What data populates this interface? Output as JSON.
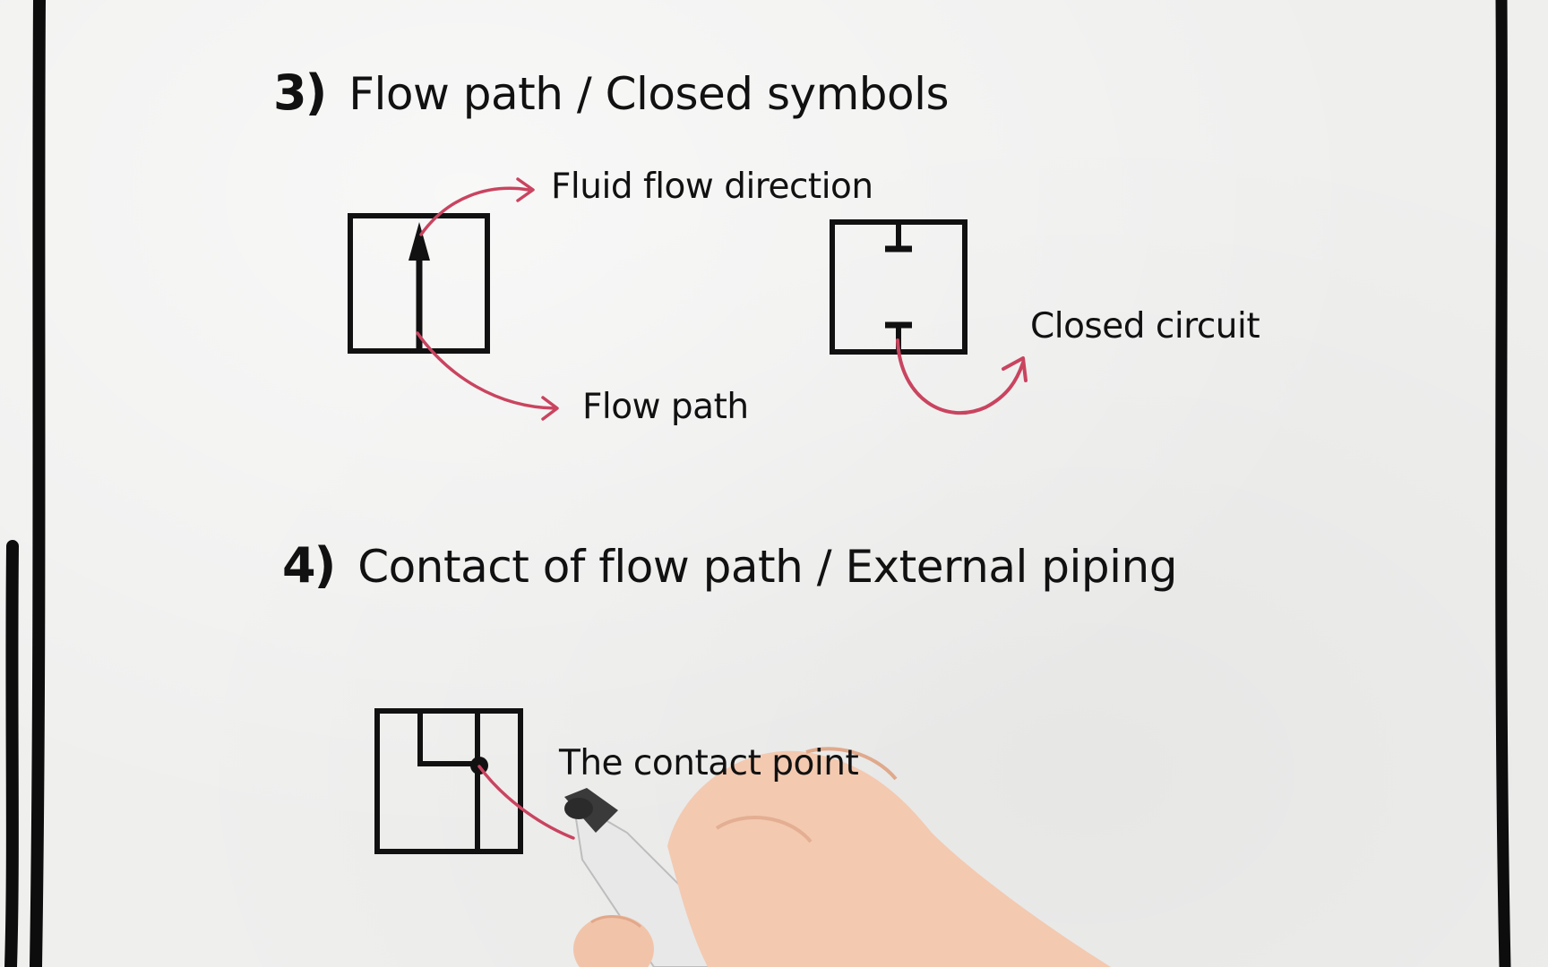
{
  "sections": [
    {
      "number": "3)",
      "title": "Flow path / Closed symbols",
      "labels": {
        "fluid_flow_direction": "Fluid flow direction",
        "flow_path": "Flow path",
        "closed_circuit": "Closed circuit"
      }
    },
    {
      "number": "4)",
      "title": "Contact of flow path / External piping",
      "labels": {
        "contact_point": "The contact point"
      }
    }
  ],
  "colors": {
    "ink": "#111111",
    "annotation_arrow": "#c9445f",
    "paper": "#efefee",
    "border": "#0d0d0d"
  },
  "icons": {
    "hand": "hand-holding-marker-icon"
  }
}
